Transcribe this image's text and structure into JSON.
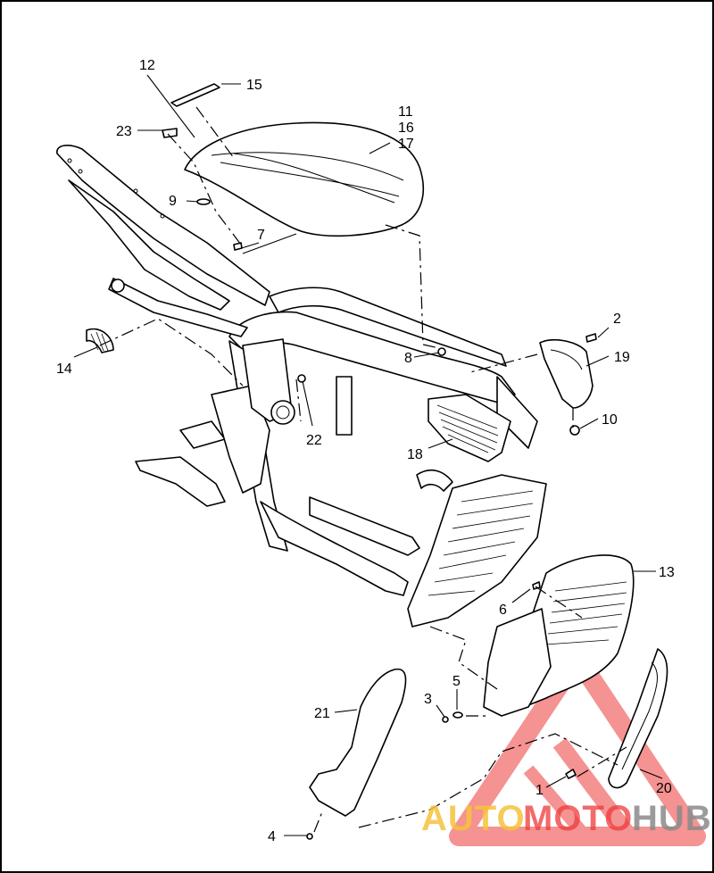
{
  "callouts": {
    "c1": "1",
    "c2": "2",
    "c3": "3",
    "c4": "4",
    "c5": "5",
    "c6": "6",
    "c7": "7",
    "c8": "8",
    "c9": "9",
    "c10": "10",
    "c11": "11",
    "c12": "12",
    "c13": "13",
    "c14": "14",
    "c15": "15",
    "c16": "16",
    "c17": "17",
    "c18": "18",
    "c19": "19",
    "c20": "20",
    "c21": "21",
    "c22": "22",
    "c23": "23"
  },
  "watermark": {
    "auto": "AUTO",
    "moto": "MOTO",
    "hub": "HUB",
    "color_gold": "#f6c23c",
    "color_red": "#ee3a3a",
    "color_gray": "#8a8a8a"
  }
}
